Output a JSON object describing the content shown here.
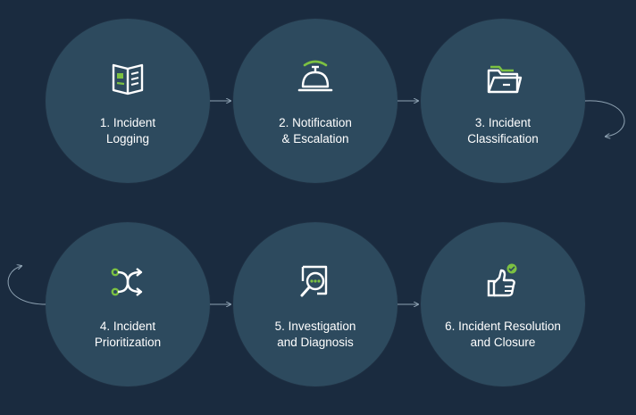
{
  "colors": {
    "background": "#1a2b3f",
    "circle": "#2d4a5e",
    "icon_line": "#ffffff",
    "icon_accent": "#7cc142",
    "connector": "#8fa3b3"
  },
  "steps": [
    {
      "line1": "1. Incident",
      "line2": "Logging",
      "icon": "open-book-icon"
    },
    {
      "line1": "2. Notification",
      "line2": "& Escalation",
      "icon": "service-bell-icon"
    },
    {
      "line1": "3. Incident",
      "line2": "Classification",
      "icon": "folder-icon"
    },
    {
      "line1": "4. Incident",
      "line2": "Prioritization",
      "icon": "shuffle-arrows-icon"
    },
    {
      "line1": "5. Investigation",
      "line2": "and Diagnosis",
      "icon": "search-document-icon"
    },
    {
      "line1": "6. Incident Resolution",
      "line2": "and Closure",
      "icon": "thumbs-up-icon"
    }
  ]
}
